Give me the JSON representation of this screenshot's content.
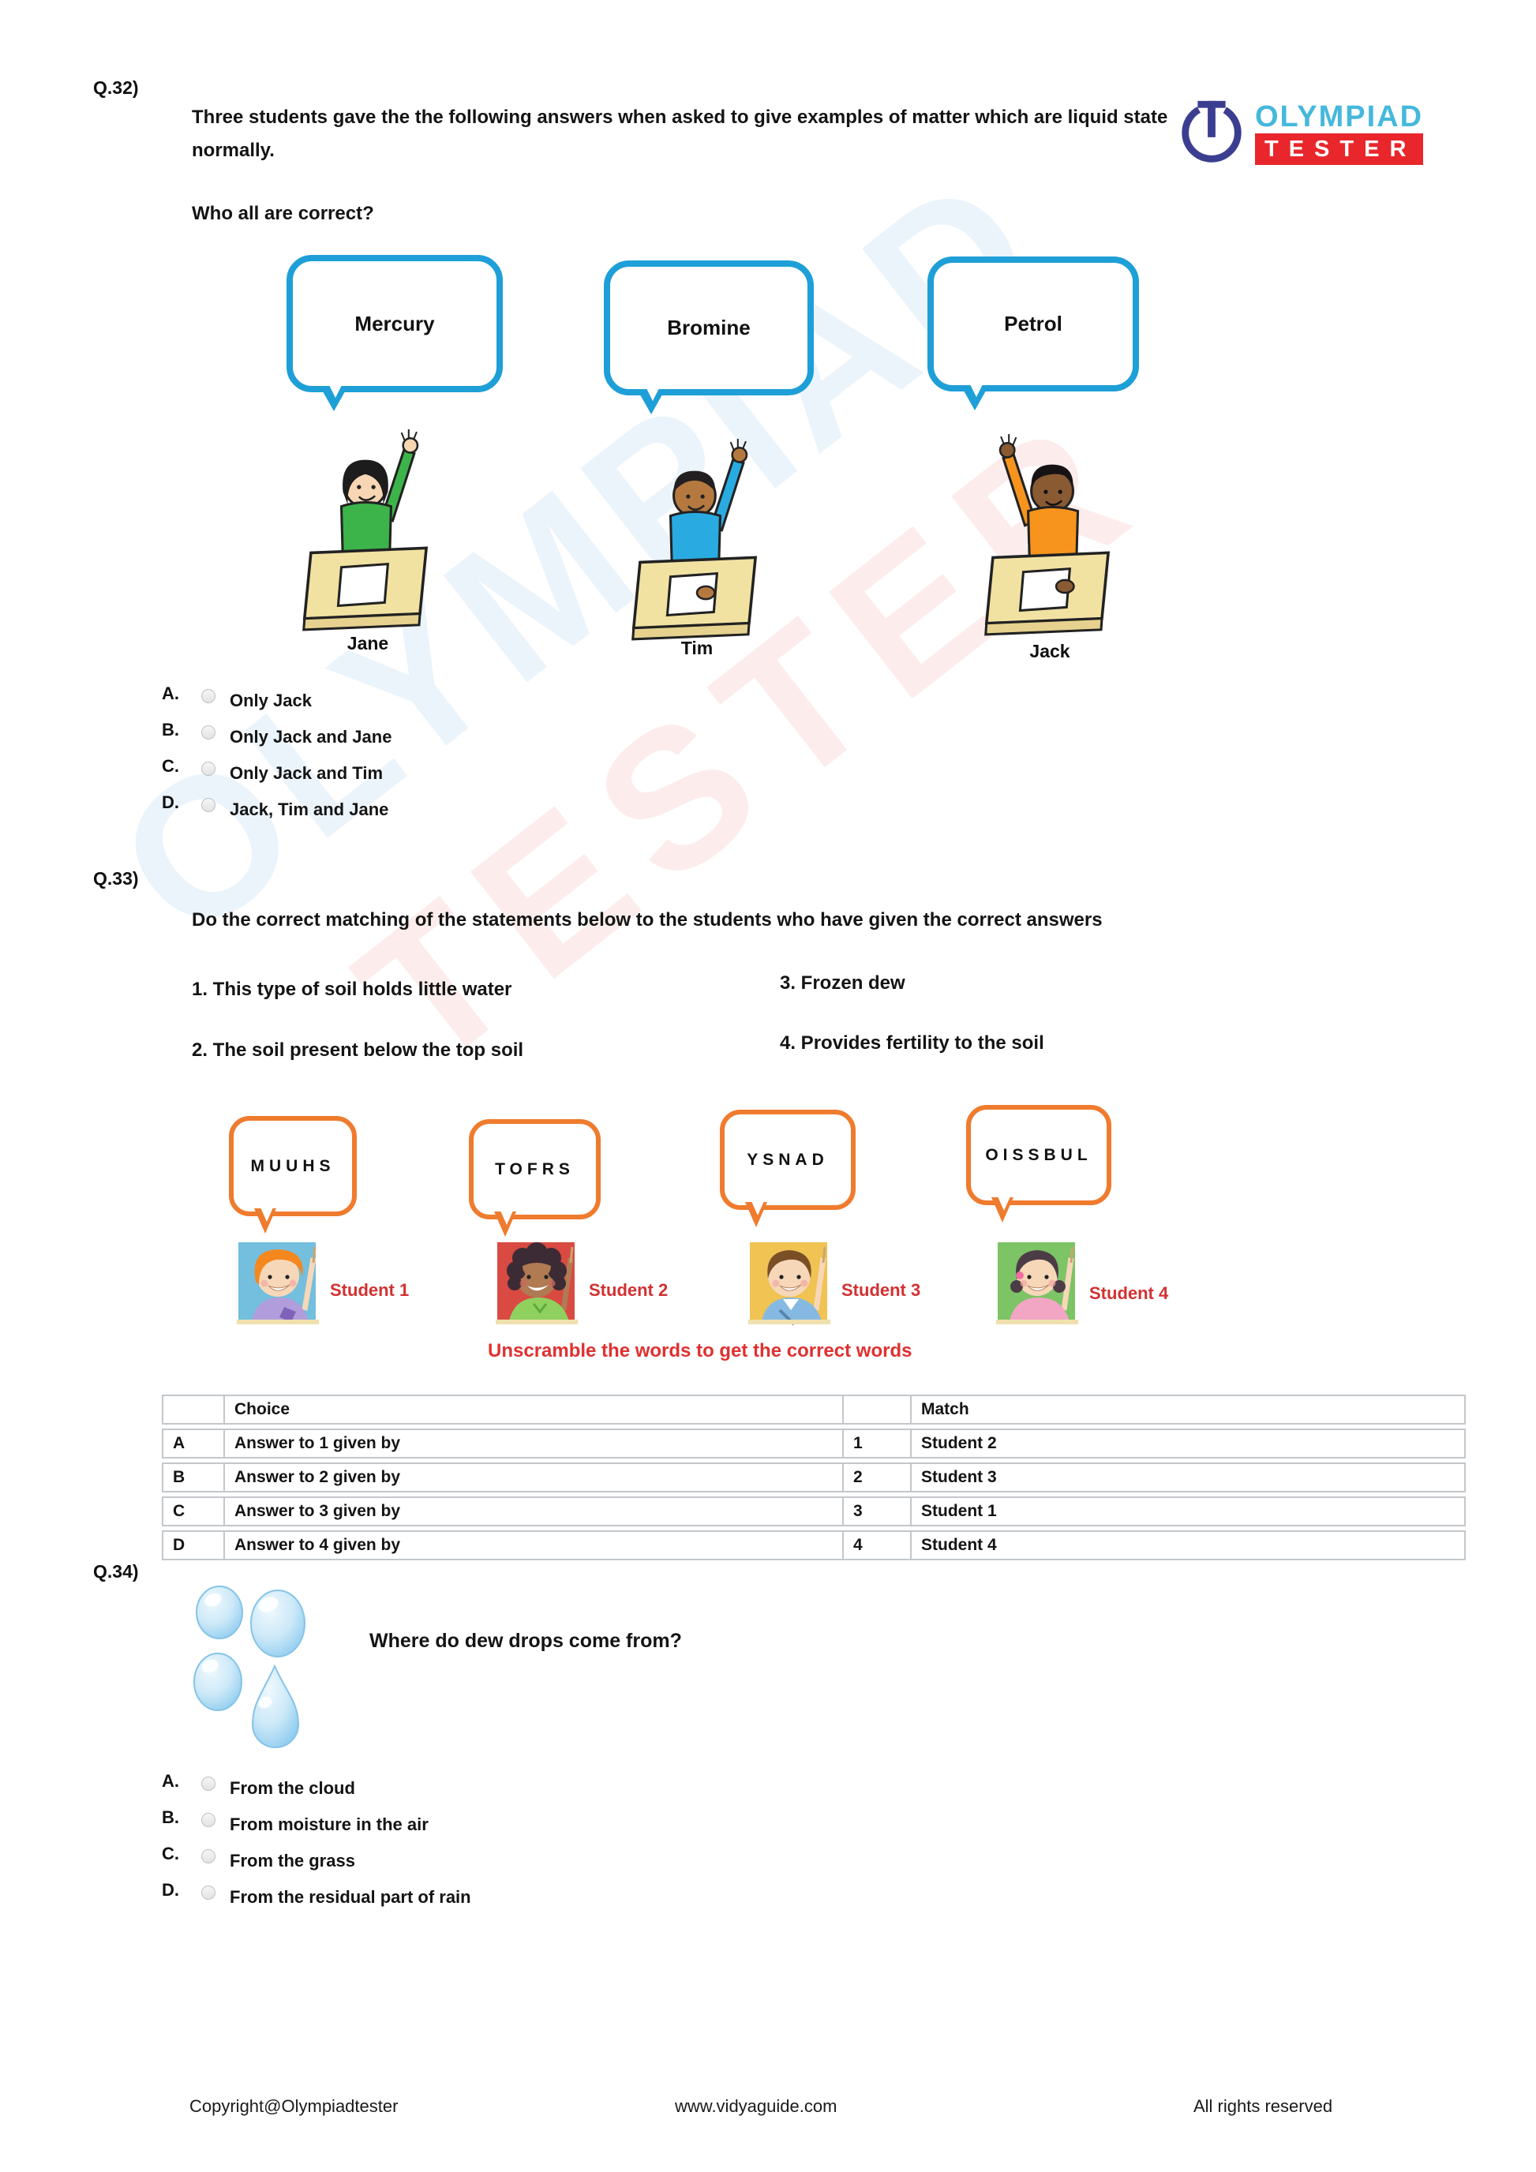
{
  "logo": {
    "olympiad": "OLYMPIAD",
    "tester": "TESTER"
  },
  "colors": {
    "bubble_blue": "#1e9fd8",
    "bubble_orange": "#ef7b2e",
    "logo_navy": "#3b3e90",
    "logo_light_blue": "#45b8dc",
    "logo_red": "#e8262b",
    "red_text": "#d23131"
  },
  "q32": {
    "number": "Q.32)",
    "question": "Three students gave the the following answers when asked to give examples of matter which are liquid state normally.",
    "prompt": "Who all are correct?",
    "bubbles": [
      "Mercury",
      "Bromine",
      "Petrol"
    ],
    "students": [
      "Jane",
      "Tim",
      "Jack"
    ],
    "options": [
      {
        "letter": "A.",
        "text": "Only Jack"
      },
      {
        "letter": "B.",
        "text": "Only Jack and Jane"
      },
      {
        "letter": "C.",
        "text": "Only Jack and Tim"
      },
      {
        "letter": "D.",
        "text": "Jack, Tim and Jane"
      }
    ]
  },
  "q33": {
    "number": "Q.33)",
    "question": "Do the correct matching of the statements below to the students who have given the correct answers",
    "statements_left": [
      "1. This type of soil holds little water",
      "2. The soil present below the top soil"
    ],
    "statements_right": [
      "3. Frozen dew",
      "4. Provides fertility to the soil"
    ],
    "scrambled": [
      "MUUHS",
      "TOFRS",
      "YSNAD",
      "OISSBUL"
    ],
    "students": [
      "Student 1",
      "Student 2",
      "Student 3",
      "Student 4"
    ],
    "instruction": "Unscramble the words to get the correct words",
    "table": {
      "headers": [
        "",
        "Choice",
        "",
        "Match"
      ],
      "rows": [
        [
          "A",
          "Answer to 1 given by",
          "1",
          "Student 2"
        ],
        [
          "B",
          "Answer to 2 given by",
          "2",
          "Student 3"
        ],
        [
          "C",
          "Answer to 3 given by",
          "3",
          "Student 1"
        ],
        [
          "D",
          "Answer to 4 given by",
          "4",
          "Student 4"
        ]
      ]
    }
  },
  "q34": {
    "number": "Q.34)",
    "question": "Where do dew drops come from?",
    "options": [
      {
        "letter": "A.",
        "text": "From the cloud"
      },
      {
        "letter": "B.",
        "text": "From moisture in the air"
      },
      {
        "letter": "C.",
        "text": "From the grass"
      },
      {
        "letter": "D.",
        "text": "From the residual part of rain"
      }
    ]
  },
  "footer": {
    "left": "Copyright@Olympiadtester",
    "center": "www.vidyaguide.com",
    "right": "All rights reserved"
  }
}
